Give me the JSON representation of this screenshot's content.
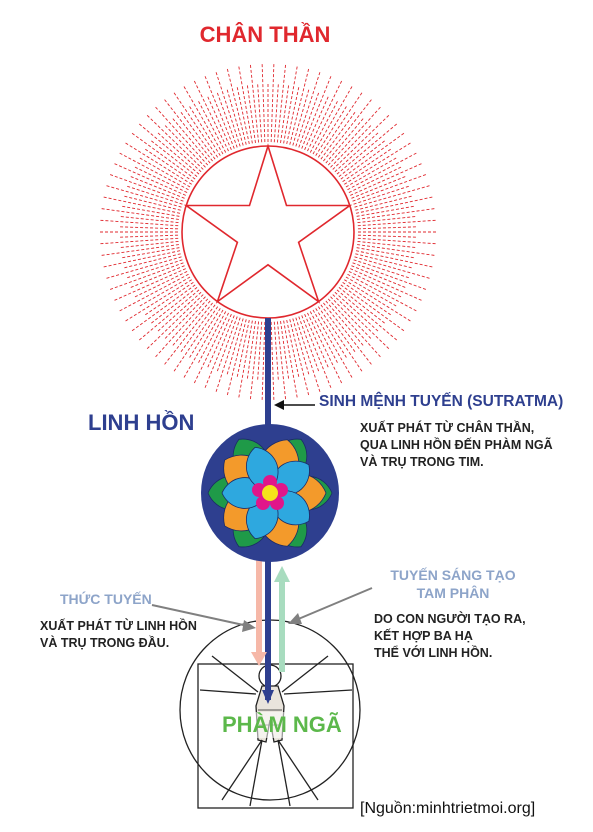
{
  "diagram": {
    "title_top": "CHÂN THẦN",
    "title_soul": "LINH HỒN",
    "title_personality": "PHÀM NGÃ",
    "sutratma": {
      "title": "SINH MỆNH TUYẾN (SUTRATMA)",
      "description": "XUẤT PHÁT TỪ CHÂN THẦN,\nQUA LINH HỒN ĐẾN PHÀM NGÃ\nVÀ TRỤ TRONG TIM."
    },
    "consciousness_thread": {
      "title": "THỨC TUYẾN",
      "description": "XUẤT PHÁT TỪ LINH HỒN\nVÀ TRỤ TRONG ĐẦU."
    },
    "creative_thread": {
      "title": "TUYẾN SÁNG TẠO\nTAM PHÂN",
      "description": "DO CON NGƯỜI TẠO RA,\nKẾT HỢP BA HẠ\nTHỂ VỚI LINH HỒN."
    },
    "source": "[Nguồn:minhtrietmoi.org]"
  },
  "colors": {
    "monad_red": "#e0282e",
    "soul_blue": "#2e3f8f",
    "personality_green": "#5cb84b",
    "thread_light_blue": "#8da4c9",
    "petal_orange": "#f39a2b",
    "petal_blue": "#2ea8df",
    "petal_green": "#1f9a48",
    "center_magenta": "#e0168a",
    "center_yellow": "#f5e31b",
    "down_arrow_pink": "#f6b8a8",
    "up_arrow_green": "#a8dcbf"
  },
  "icons": [
    "star-icon",
    "lotus-icon",
    "vitruvian-man-icon"
  ]
}
